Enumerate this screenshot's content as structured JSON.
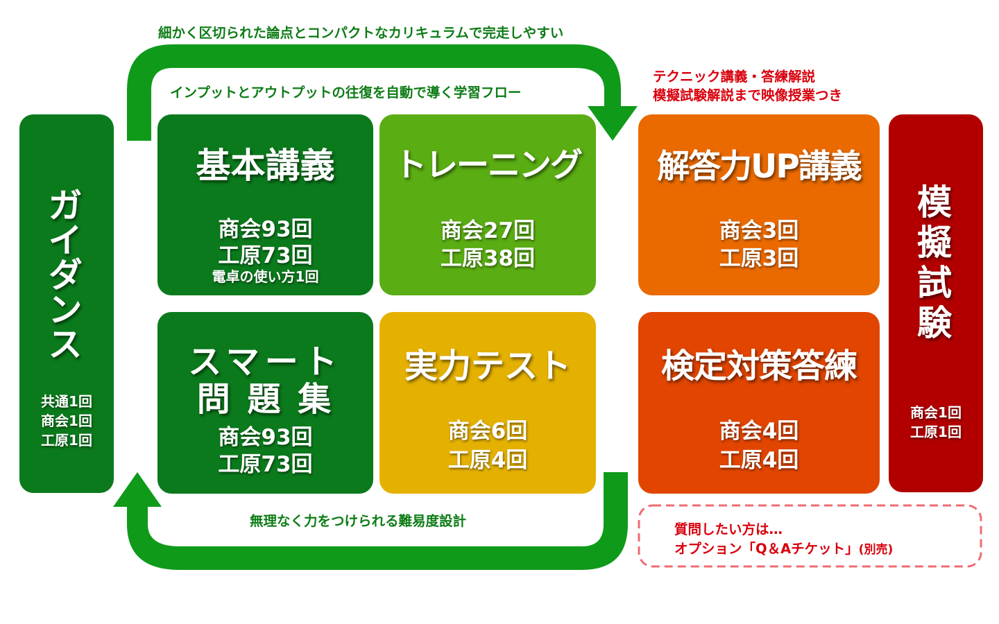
{
  "colors": {
    "green_dark": "#0b7a1c",
    "green_light": "#5aad13",
    "yellow": "#e5b100",
    "orange": "#ea6a00",
    "orange_red": "#e14500",
    "red": "#b20000",
    "arrow": "#0f9a1a",
    "caption_green": "#0e7c16",
    "caption_red": "#d8000c",
    "dashed": "#ef6b72"
  },
  "captions": {
    "top_outer": "細かく区切られた論点とコンパクトなカリキュラムで完走しやすい",
    "top_inner": "インプットとアウトプットの往復を自動で導く学習フロー",
    "bottom": "無理なく力をつけられる難易度設計",
    "right_line1": "テクニック講義・答練解説",
    "right_line2": "模擬試験解説まで映像授業つき"
  },
  "guidance": {
    "title": "ガイダンス",
    "counts": [
      "共通1回",
      "商会1回",
      "工原1回"
    ]
  },
  "kihon": {
    "title": "基本講義",
    "counts": [
      "商会93回",
      "工原73回"
    ],
    "note": "電卓の使い方1回"
  },
  "training": {
    "title": "トレーニング",
    "counts": [
      "商会27回",
      "工原38回"
    ]
  },
  "smart": {
    "title_line1": "スマート",
    "title_line2": "問 題 集",
    "counts": [
      "商会93回",
      "工原73回"
    ]
  },
  "jitsuryoku": {
    "title": "実力テスト",
    "counts": [
      "商会6回",
      "工原4回"
    ]
  },
  "kaitou": {
    "title": "解答力UP講義",
    "counts": [
      "商会3回",
      "工原3回"
    ]
  },
  "kentei": {
    "title": "検定対策答練",
    "counts": [
      "商会4回",
      "工原4回"
    ]
  },
  "mogi": {
    "title": "模擬試験",
    "counts": [
      "商会1回",
      "工原1回"
    ]
  },
  "qa": {
    "line1": "質問したい方は…",
    "line2": "オプション「Q＆Aチケット」",
    "suffix": "(別売)"
  }
}
